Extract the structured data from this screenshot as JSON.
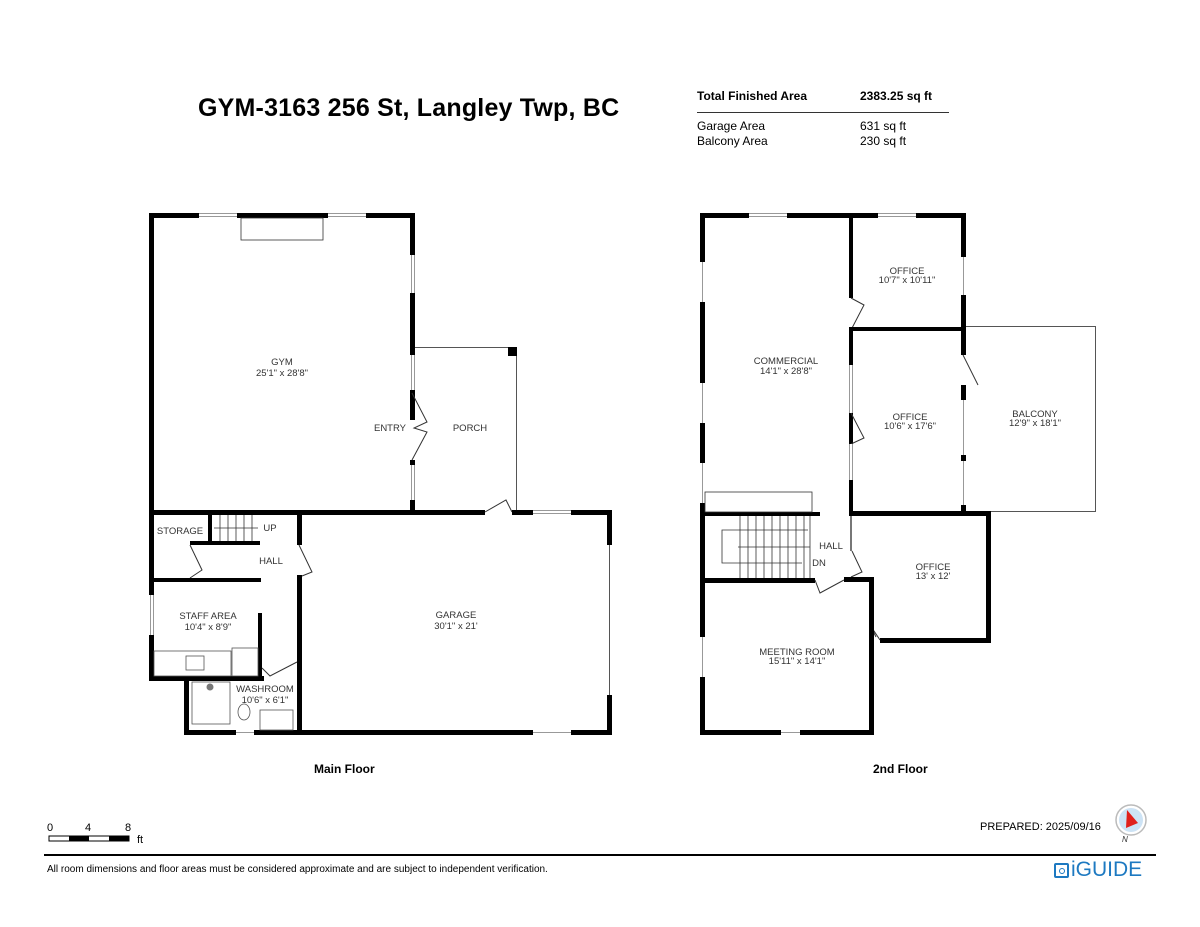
{
  "header": {
    "title": "GYM-3163 256 St, Langley Twp, BC"
  },
  "areas": {
    "total_label": "Total Finished Area",
    "total_value": "2383.25 sq ft",
    "rows": [
      {
        "label": "Garage Area",
        "value": "631 sq ft"
      },
      {
        "label": "Balcony Area",
        "value": "230 sq ft"
      }
    ]
  },
  "floors": [
    {
      "name": "Main Floor",
      "rooms": [
        {
          "name": "GYM",
          "dims": "25'1\" x 28'8\""
        },
        {
          "name": "ENTRY",
          "dims": ""
        },
        {
          "name": "PORCH",
          "dims": ""
        },
        {
          "name": "STORAGE",
          "dims": ""
        },
        {
          "name": "UP",
          "dims": ""
        },
        {
          "name": "HALL",
          "dims": ""
        },
        {
          "name": "STAFF AREA",
          "dims": "10'4\" x 8'9\""
        },
        {
          "name": "WASHROOM",
          "dims": "10'6\" x 6'1\""
        },
        {
          "name": "GARAGE",
          "dims": "30'1\" x 21'"
        }
      ]
    },
    {
      "name": "2nd Floor",
      "rooms": [
        {
          "name": "COMMERCIAL",
          "dims": "14'1\" x 28'8\""
        },
        {
          "name": "OFFICE",
          "dims": "10'7\" x 10'11\""
        },
        {
          "name": "OFFICE",
          "dims": "10'6\" x 17'6\""
        },
        {
          "name": "BALCONY",
          "dims": "12'9\" x 18'1\""
        },
        {
          "name": "HALL",
          "dims": ""
        },
        {
          "name": "DN",
          "dims": ""
        },
        {
          "name": "OFFICE",
          "dims": "13' x 12'"
        },
        {
          "name": "MEETING ROOM",
          "dims": "15'11\" x 14'1\""
        }
      ]
    }
  ],
  "scale": {
    "ticks": [
      "0",
      "4",
      "8"
    ],
    "unit": "ft"
  },
  "footer": {
    "prepared": "PREPARED: 2025/09/16",
    "compass_label": "N",
    "disclaimer": "All room dimensions and floor areas must be considered approximate and are subject to independent verification.",
    "brand": "iGUIDE"
  },
  "colors": {
    "brand": "#1d79c1",
    "compass": "#e0201b",
    "compass_bg": "#cde3f5"
  }
}
